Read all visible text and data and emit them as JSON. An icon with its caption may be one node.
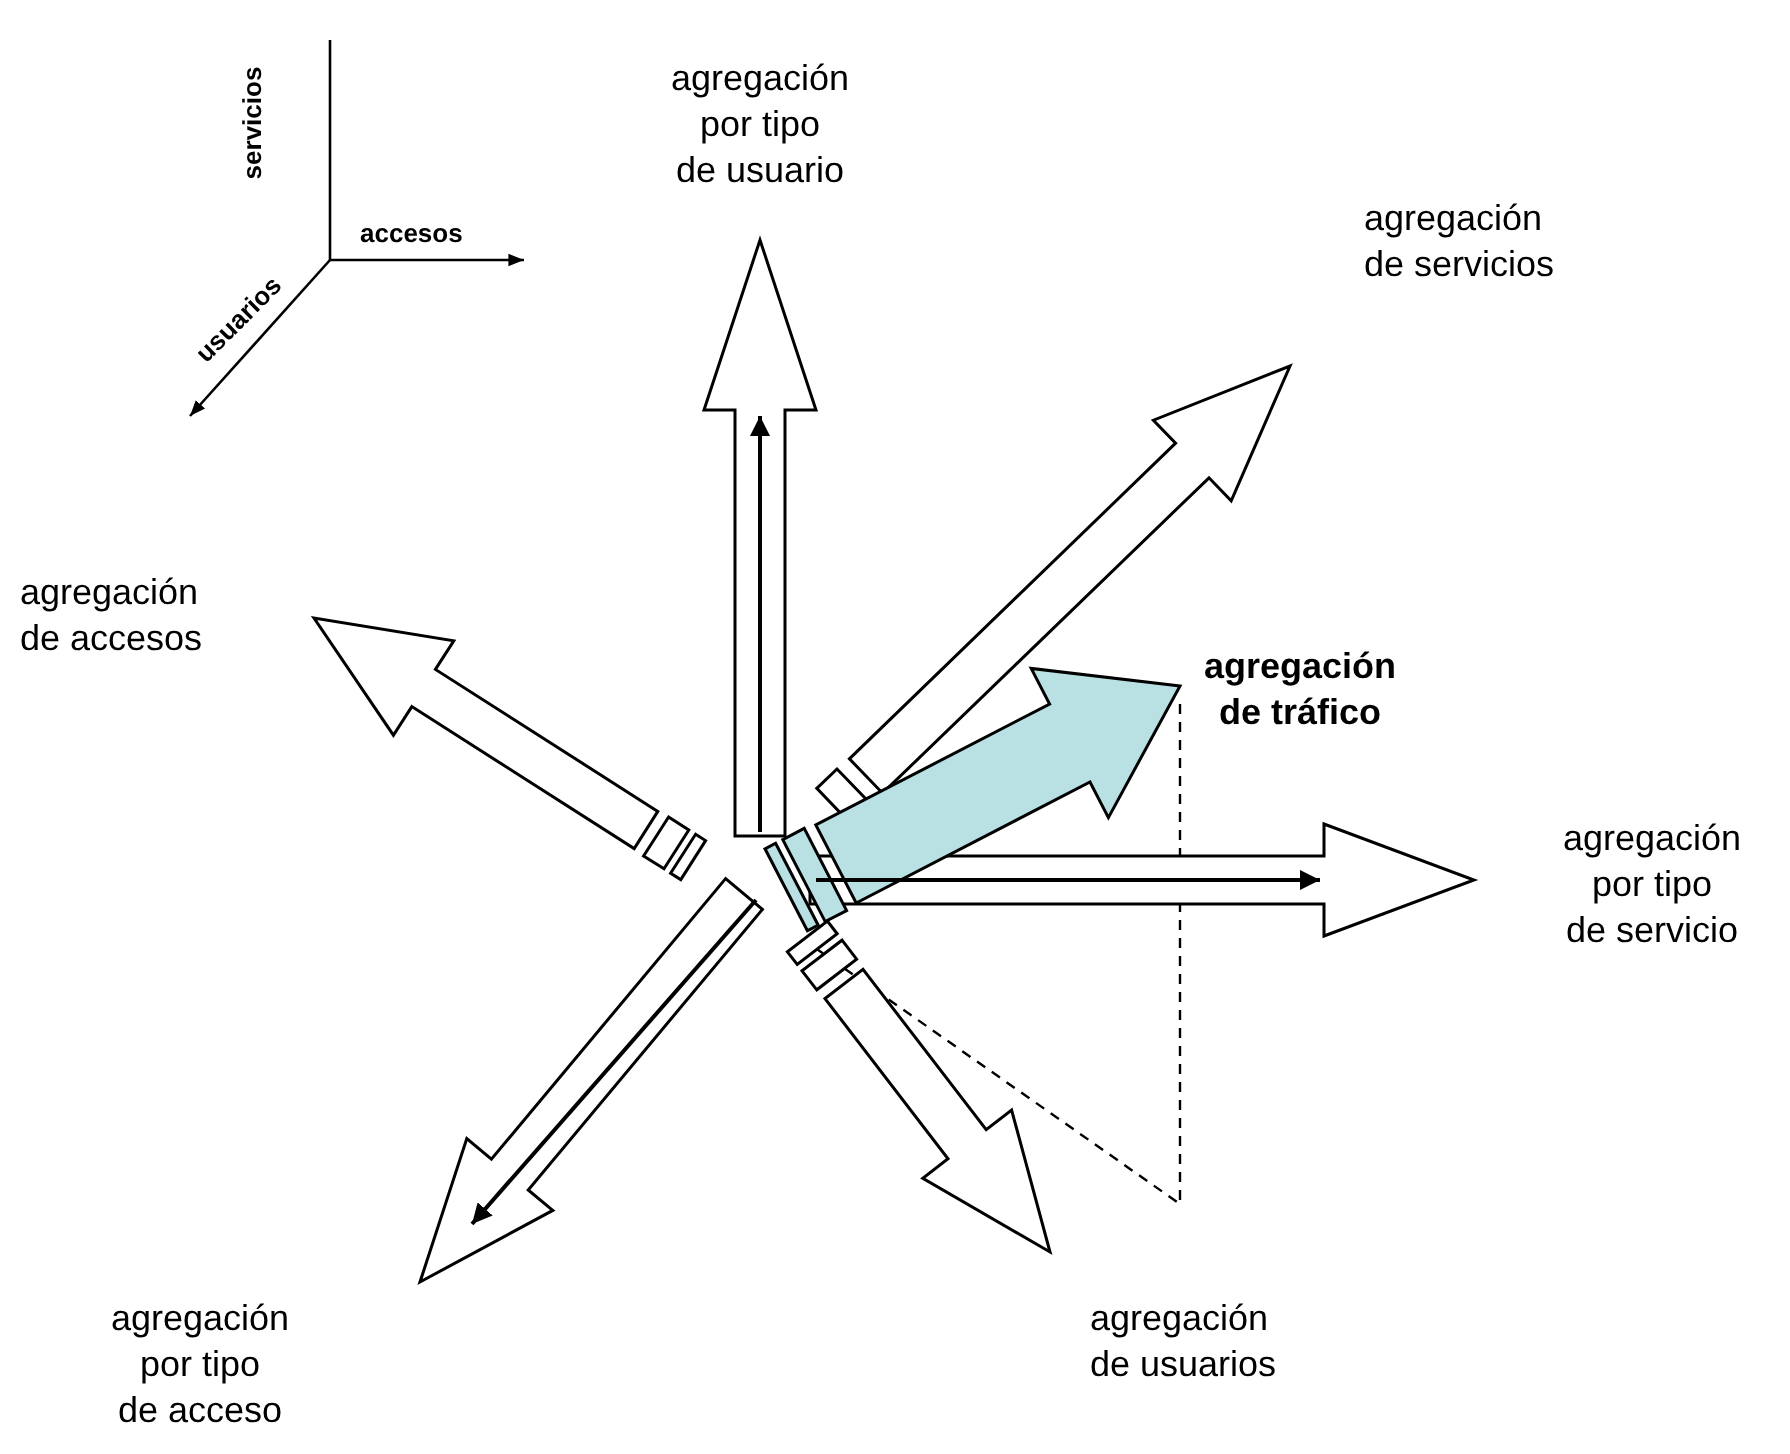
{
  "diagram": {
    "labels": [
      "servicios",
      "accesos",
      "usuarios",
      "agregación por tipo de usuario",
      "agregación de servicios",
      "agregación de accesos",
      "agregación de tráfico",
      "agregación por tipo de servicio",
      "agregación por tipo de acceso",
      "agregación de usuarios"
    ]
  }
}
